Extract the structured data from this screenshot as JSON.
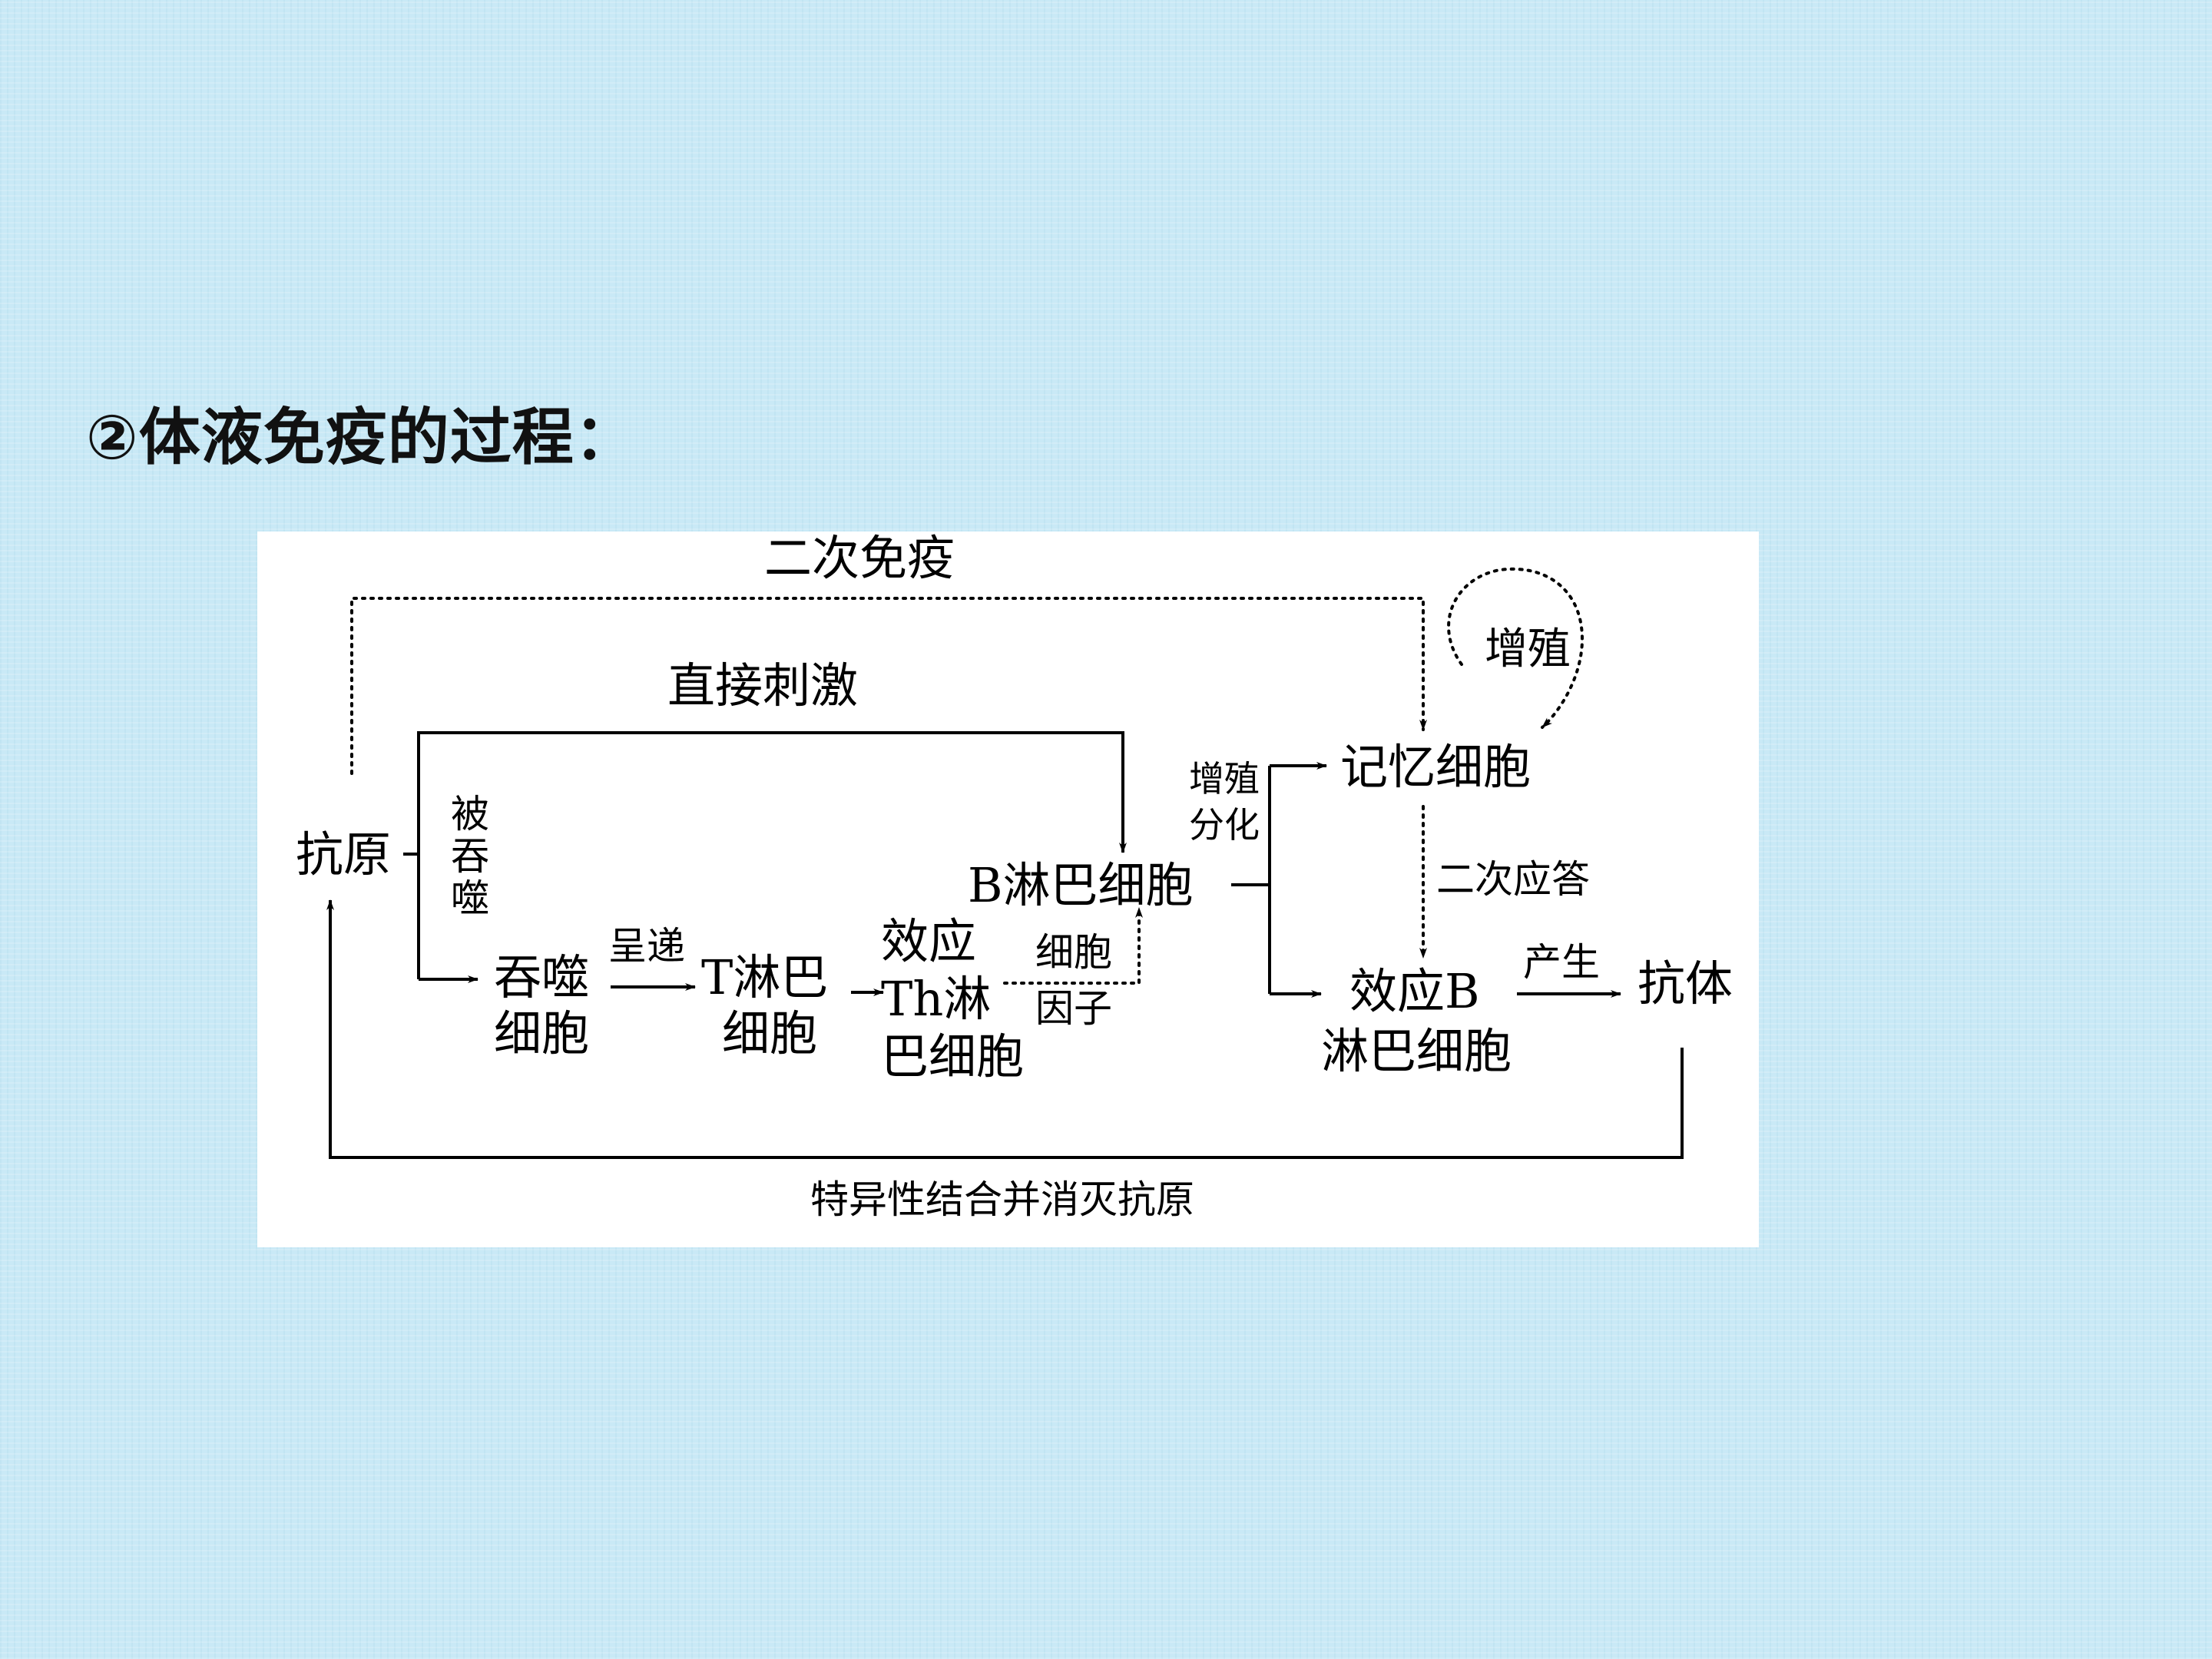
{
  "title": "②体液免疫的过程：",
  "diagram": {
    "nodes": {
      "antigen": "抗原",
      "phagocyte_line1": "吞噬",
      "phagocyte_line2": "细胞",
      "t_cell_line1": "T淋巴",
      "t_cell_line2": "细胞",
      "eff_th_line1": "效应",
      "eff_th_line2": "Th淋",
      "eff_th_line3": "巴细胞",
      "b_cell": "B淋巴细胞",
      "memory_cell": "记忆细胞",
      "eff_b_line1": "效应B",
      "eff_b_line2": "淋巴细胞",
      "antibody": "抗体"
    },
    "edge_labels": {
      "secondary_immunity": "二次免疫",
      "direct_stimulation": "直接刺激",
      "engulfed_1": "被",
      "engulfed_2": "吞",
      "engulfed_3": "噬",
      "present": "呈递",
      "cytokine_line1": "细胞",
      "cytokine_line2": "因子",
      "prolif_diff_line1": "增殖",
      "prolif_diff_line2": "分化",
      "proliferation": "增殖",
      "secondary_response": "二次应答",
      "produce": "产生",
      "specific_binding": "特异性结合并消灭抗原"
    }
  }
}
